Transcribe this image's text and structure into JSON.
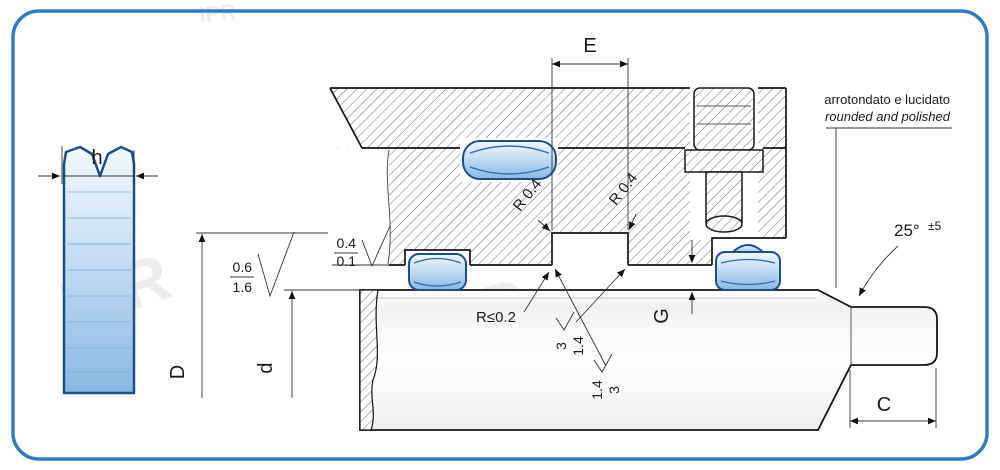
{
  "watermark": {
    "text": "IPR"
  },
  "dims": {
    "E": "E",
    "h": "h",
    "D": "D",
    "d": "d",
    "G": "G",
    "C": "C"
  },
  "radii": {
    "groove_left": "R 0.4",
    "groove_right": "R 0.4",
    "max_edge": "R≤0.2"
  },
  "angle": {
    "value": "25°",
    "tolerance": "±5"
  },
  "surface": {
    "bore_top": "0.4",
    "bore_bottom": "0.1",
    "seal_top": "0.6",
    "seal_bottom": "1.6"
  },
  "chamfer": {
    "a1": "3",
    "a2": "1.4",
    "b1": "1.4",
    "b2": "3"
  },
  "note": {
    "italian": "arrotondato e lucidato",
    "english": "rounded and polished"
  }
}
